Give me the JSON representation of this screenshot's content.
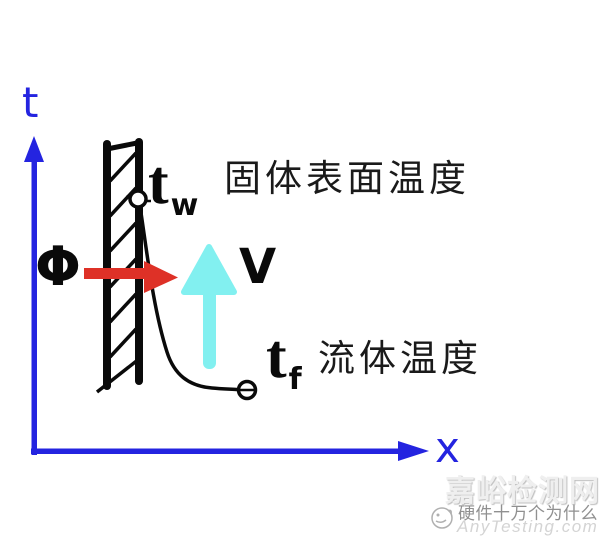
{
  "figure": {
    "description": "convective heat transfer temperature profile diagram",
    "axes": {
      "y_label": "t",
      "x_label": "x"
    },
    "labels": {
      "heat_flux": "Φ",
      "velocity": "V",
      "wall_temp_main": "t",
      "wall_temp_sub": "w",
      "wall_temp_caption": "固体表面温度",
      "fluid_temp_main": "t",
      "fluid_temp_sub": "f",
      "fluid_temp_caption": "流体温度"
    },
    "colors": {
      "axis_blue": "#2424E0",
      "heat_red": "#DE3127",
      "velocity_cyan": "#82F0F0",
      "ink_black": "#0A0A0A"
    }
  },
  "watermark": {
    "site_name": "嘉峪检测网",
    "site_url": "AnyTesting.com",
    "brand": "硬件十万个为什么"
  }
}
